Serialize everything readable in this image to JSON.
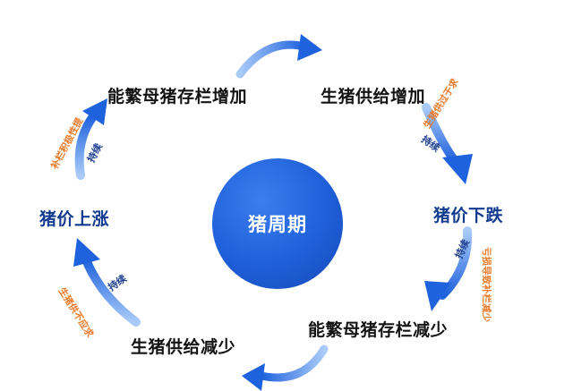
{
  "diagram": {
    "center": "猪周期",
    "nodes": {
      "sow_stock_increase": "能繁母猪存栏增加",
      "supply_increase": "生猪供给增加",
      "price_fall": "猪价下跌",
      "sow_stock_decrease": "能繁母猪存栏减少",
      "supply_decrease": "生猪供给减少",
      "price_rise": "猪价上涨"
    },
    "edge_labels": {
      "right_upper_reason": "生猪供过于求",
      "right_upper_trend": "持续",
      "right_lower_reason": "亏损导致补栏减少",
      "right_lower_trend": "持续",
      "left_lower_reason": "生猪供不应求",
      "left_lower_trend": "持续",
      "left_upper_reason": "补栏积极性提",
      "left_upper_trend": "持续"
    },
    "colors": {
      "arrow_light": "#9cc3f7",
      "arrow_dark": "#1f5fd8",
      "center_fill": "#2d6fe6",
      "orange_text": "#e87a2a",
      "navy_text": "#1f3f8f"
    }
  }
}
